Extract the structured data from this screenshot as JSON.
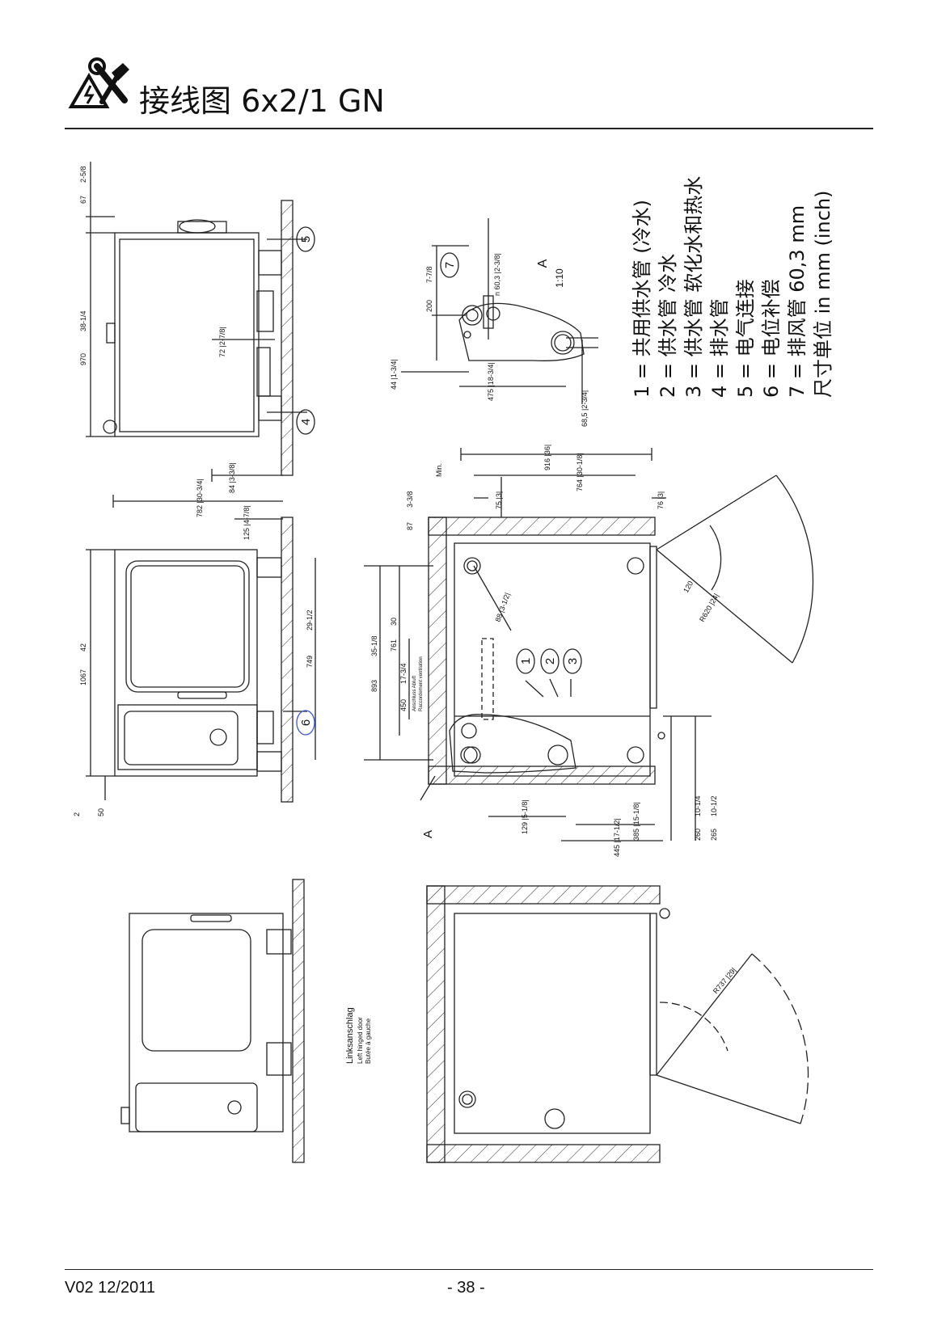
{
  "header": {
    "title": "接线图 6x2/1 GN"
  },
  "legend": [
    "1 = 共用供水管 (冷水)",
    "2 = 供水管 冷水",
    "3 = 供水管 软化水和热水",
    "4 = 排水管",
    "5 = 电气连接",
    "6 = 电位补偿",
    "7 = 排风管 60,3 mm",
    "尺寸单位 in mm (inch)"
  ],
  "callouts": {
    "c1": "1",
    "c2": "2",
    "c3": "3",
    "c4": "4",
    "c5": "5",
    "c6": "6",
    "c7": "7"
  },
  "detail": {
    "label": "A",
    "scale": "1:10"
  },
  "section_marker": "A",
  "dims": {
    "d67": "67",
    "d2_58": "2-5/8",
    "d970": "970",
    "d38_14": "38-1/4",
    "d72": "72 |2-7/8|",
    "d84": "84 |3-3/8|",
    "d782": "782 |30-3/4|",
    "d125": "125 |4-7/8|",
    "d1067": "1067",
    "d42": "42",
    "d749": "749",
    "d29_12": "29-1/2",
    "d50": "50",
    "d2": "2",
    "d200": "200",
    "d7_78": "7-7/8",
    "d603": "n 60,3 |2-3/8|",
    "d44": "44 |1-3/4|",
    "d475": "475 |18-3/4|",
    "d685": "68,5 |2-3/4|",
    "d916": "916 |36|",
    "d764": "764 |30-1/8|",
    "d75": "75 |3|",
    "d76": "76 |3|",
    "dmin": "Min.",
    "d87": "87",
    "d3_38": "3-3/8",
    "d893": "893",
    "d35_18": "35-1/8",
    "d761": "761",
    "d30": "30",
    "d450": "450",
    "d17_34": "17-3/4",
    "d88": "88 |3-1/2|",
    "d120": "120",
    "d620": "R620 |24|",
    "d129": "129 |5-1/8|",
    "d385": "385 |15-1/8|",
    "d445": "445 |17-1/2|",
    "d260": "260",
    "d10_14": "10-1/4",
    "d265": "265",
    "d10_12": "10-1/2",
    "d737": "R737 |29|",
    "d_anschl": "Anschluss Abluft",
    "d_anschl2": "Raccordement ventilation",
    "d_left1": "Linksanschlag",
    "d_left2": "Left hinged door",
    "d_left3": "Butée à gauche"
  },
  "footer": {
    "version": "V02 12/2011",
    "page": "- 38 -"
  }
}
